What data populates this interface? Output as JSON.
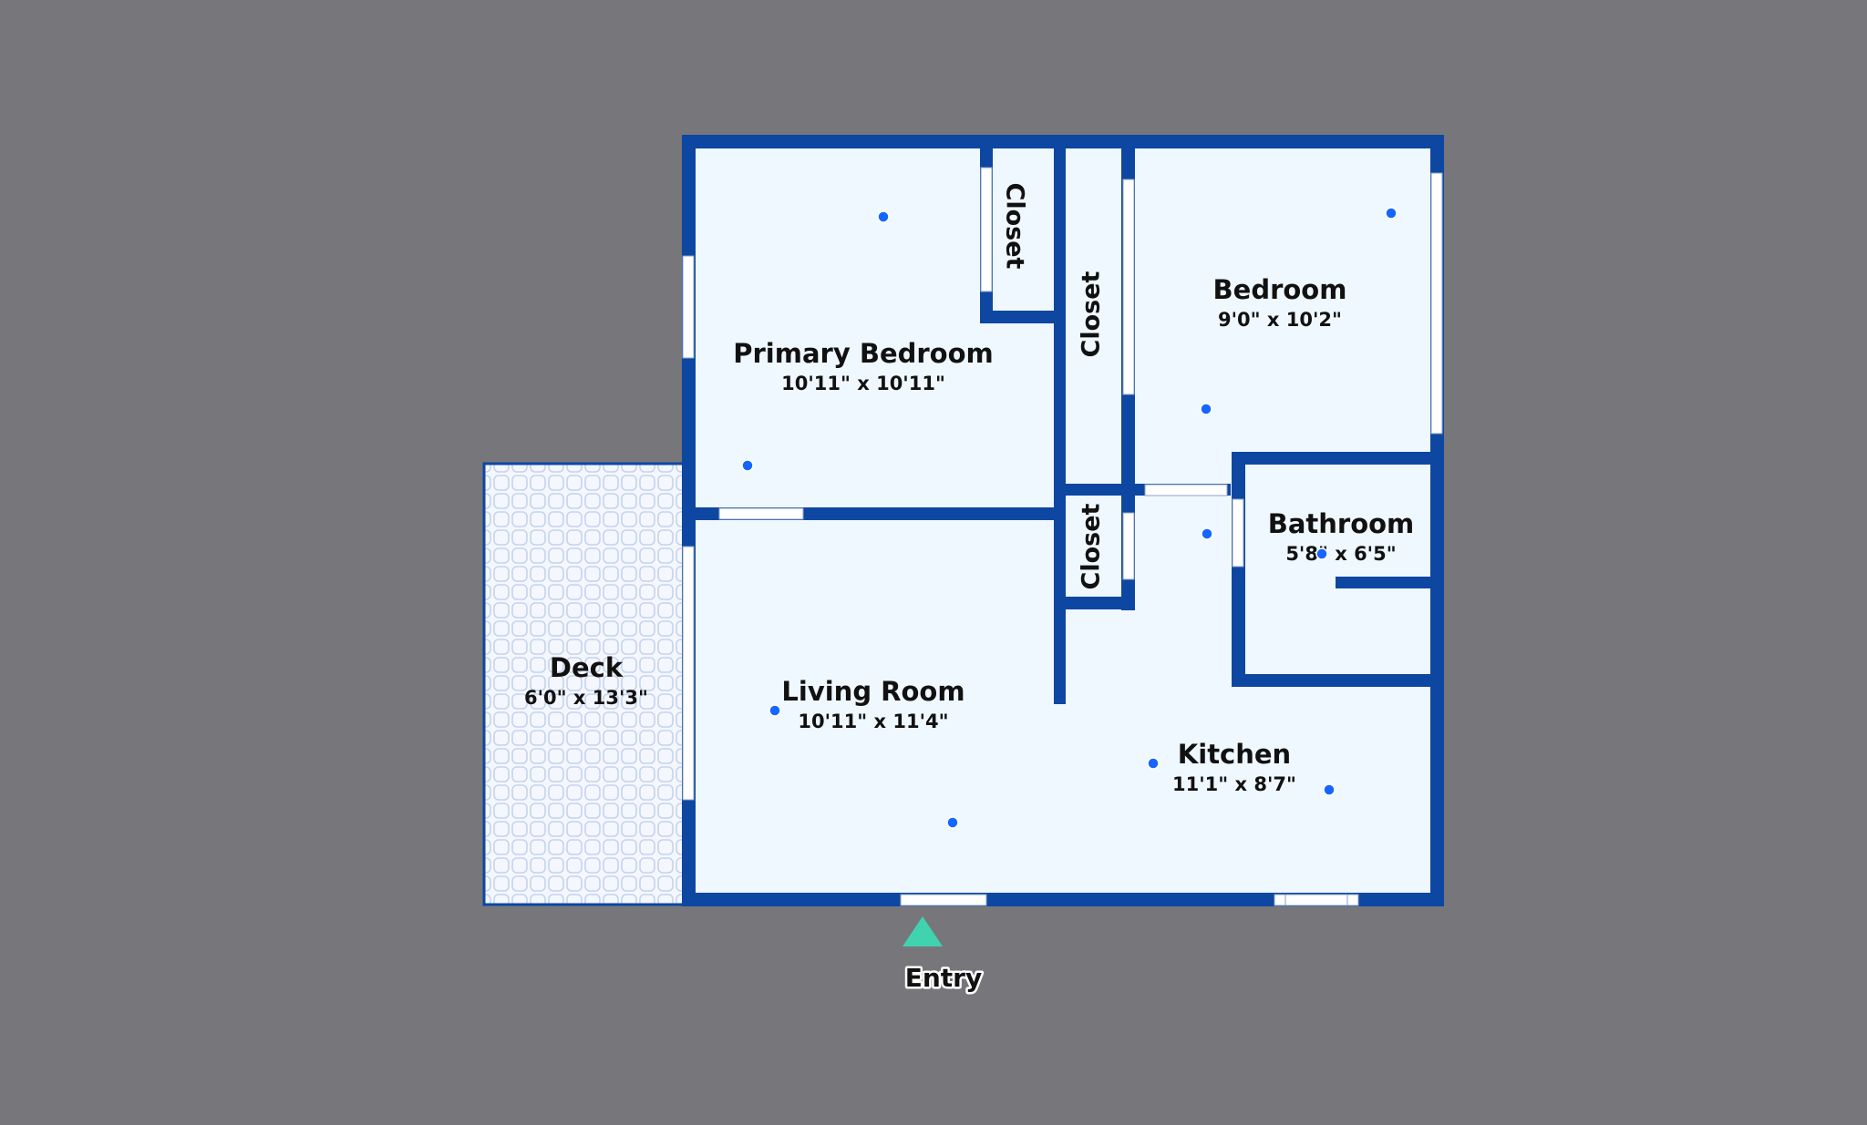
{
  "colors": {
    "background": "#77767b",
    "wall": "#0d47a1",
    "floor": "#eff8ff",
    "opening": "#ffffff",
    "photo_marker": "#1565ff",
    "entry_marker": "#3fd3b0",
    "deck_fill": "#f4f7fd",
    "deck_pattern": "#c5d4ee"
  },
  "rooms": {
    "primary_bedroom": {
      "name": "Primary Bedroom",
      "dims": "10'11\" x 10'11\""
    },
    "bedroom": {
      "name": "Bedroom",
      "dims": "9'0\" x 10'2\""
    },
    "bathroom": {
      "name": "Bathroom",
      "dims": "5'8\" x 6'5\""
    },
    "living_room": {
      "name": "Living Room",
      "dims": "10'11\" x 11'4\""
    },
    "kitchen": {
      "name": "Kitchen",
      "dims": "11'1\" x 8'7\""
    },
    "deck": {
      "name": "Deck",
      "dims": "6'0\" x 13'3\""
    }
  },
  "closets": [
    "Closet",
    "Closet",
    "Closet"
  ],
  "entry": {
    "label": "Entry",
    "icon": "entry-arrow-icon"
  },
  "markers": {
    "icon": "camera-position-dot-icon"
  }
}
